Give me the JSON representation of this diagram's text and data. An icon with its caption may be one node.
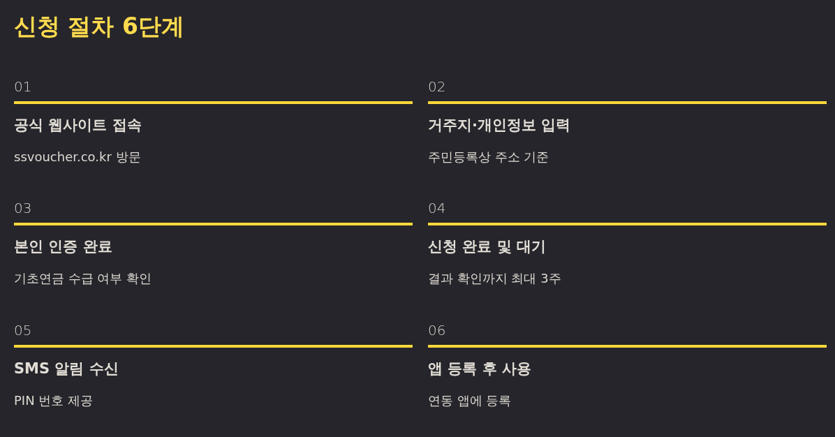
{
  "diagram": {
    "title": "신청 절차 6단계",
    "nodes": [
      {
        "text": [
          "01",
          "공식 웹사이트 접속",
          "ssvoucher.co.kr 방문"
        ]
      },
      {
        "text": [
          "02",
          "거주지·개인정보 입력",
          "주민등록상 주소 기준"
        ]
      },
      {
        "text": [
          "03",
          "본인 인증 완료",
          "기초연금 수급 여부 확인"
        ]
      },
      {
        "text": [
          "04",
          "신청 완료 및 대기",
          "결과 확인까지 최대 3주"
        ]
      },
      {
        "text": [
          "05",
          "SMS 알림 수신",
          "PIN 번호 제공"
        ]
      },
      {
        "text": [
          "06",
          "앱 등록 후 사용",
          "연동 앱에 등록"
        ]
      }
    ],
    "edges": []
  }
}
